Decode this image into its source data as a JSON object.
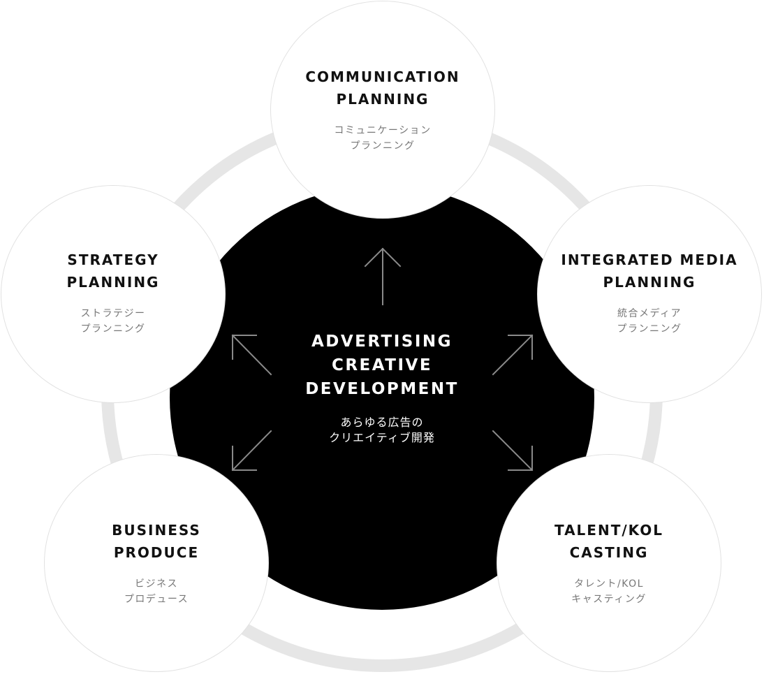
{
  "center": {
    "title": "ADVERTISING\nCREATIVE\nDEVELOPMENT",
    "subtitle": "あらゆる広告の\nクリエイティブ開発"
  },
  "nodes": {
    "communication": {
      "title": "COMMUNICATION\nPLANNING",
      "subtitle": "コミュニケーション\nプランニング"
    },
    "strategy": {
      "title": "STRATEGY\nPLANNING",
      "subtitle": "ストラテジー\nプランニング"
    },
    "media": {
      "title": "INTEGRATED MEDIA\nPLANNING",
      "subtitle": "統合メディア\nプランニング"
    },
    "business": {
      "title": "BUSINESS\nPRODUCE",
      "subtitle": "ビジネス\nプロデュース"
    },
    "talent": {
      "title": "TALENT/KOL\nCASTING",
      "subtitle": "タレント/KOL\nキャスティング"
    }
  },
  "colors": {
    "hub": "#000000",
    "ring": "#e6e6e6",
    "node_border": "#e1e1e1",
    "arrow": "#8a8a8a"
  }
}
